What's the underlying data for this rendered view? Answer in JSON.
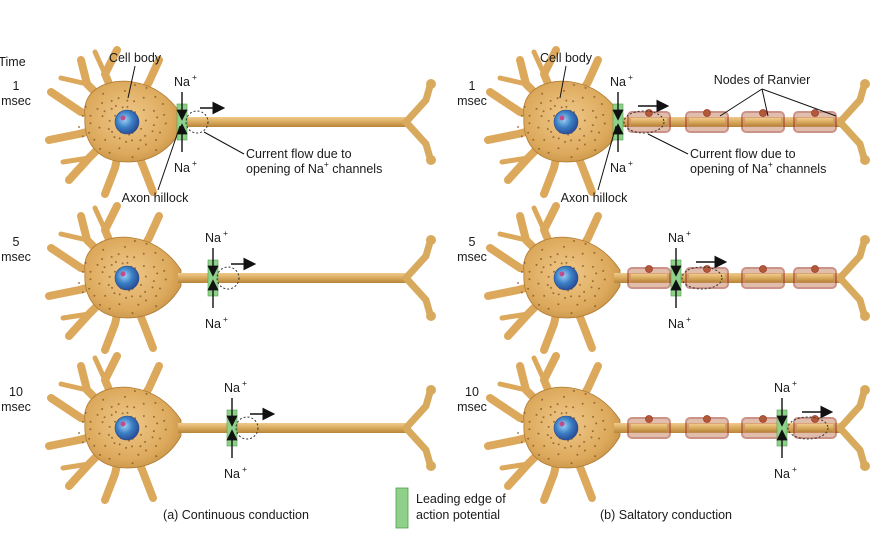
{
  "time_header": "Time",
  "panels": [
    {
      "caption": "(a) Continuous conduction",
      "rows": [
        {
          "time": "1",
          "unit": "msec"
        },
        {
          "time": "5",
          "unit": "msec"
        },
        {
          "time": "10",
          "unit": "msec"
        }
      ],
      "labels": {
        "cell_body": "Cell body",
        "axon_hillock": "Axon hillock",
        "current_flow_1": "Current flow due to",
        "current_flow_2": "opening of Na",
        "current_flow_3": " channels"
      }
    },
    {
      "caption": "(b) Saltatory conduction",
      "rows": [
        {
          "time": "1",
          "unit": "msec"
        },
        {
          "time": "5",
          "unit": "msec"
        },
        {
          "time": "10",
          "unit": "msec"
        }
      ],
      "labels": {
        "cell_body": "Cell body",
        "axon_hillock": "Axon hillock",
        "nodes": "Nodes of Ranvier",
        "current_flow_1": "Current flow due to",
        "current_flow_2": "opening of Na",
        "current_flow_3": " channels"
      }
    }
  ],
  "ion": {
    "symbol": "Na",
    "charge": "+"
  },
  "legend": {
    "line1": "Leading edge of",
    "line2": "action potential"
  },
  "colors": {
    "cell": "#dca95c",
    "cell_dark": "#b07a32",
    "axon": "#d8aa5e",
    "myelin_fill": "#c98a6a",
    "myelin_stroke": "#a23a2a",
    "leading_edge": "#8fd18a",
    "nucleus": "#3b7fc4"
  }
}
